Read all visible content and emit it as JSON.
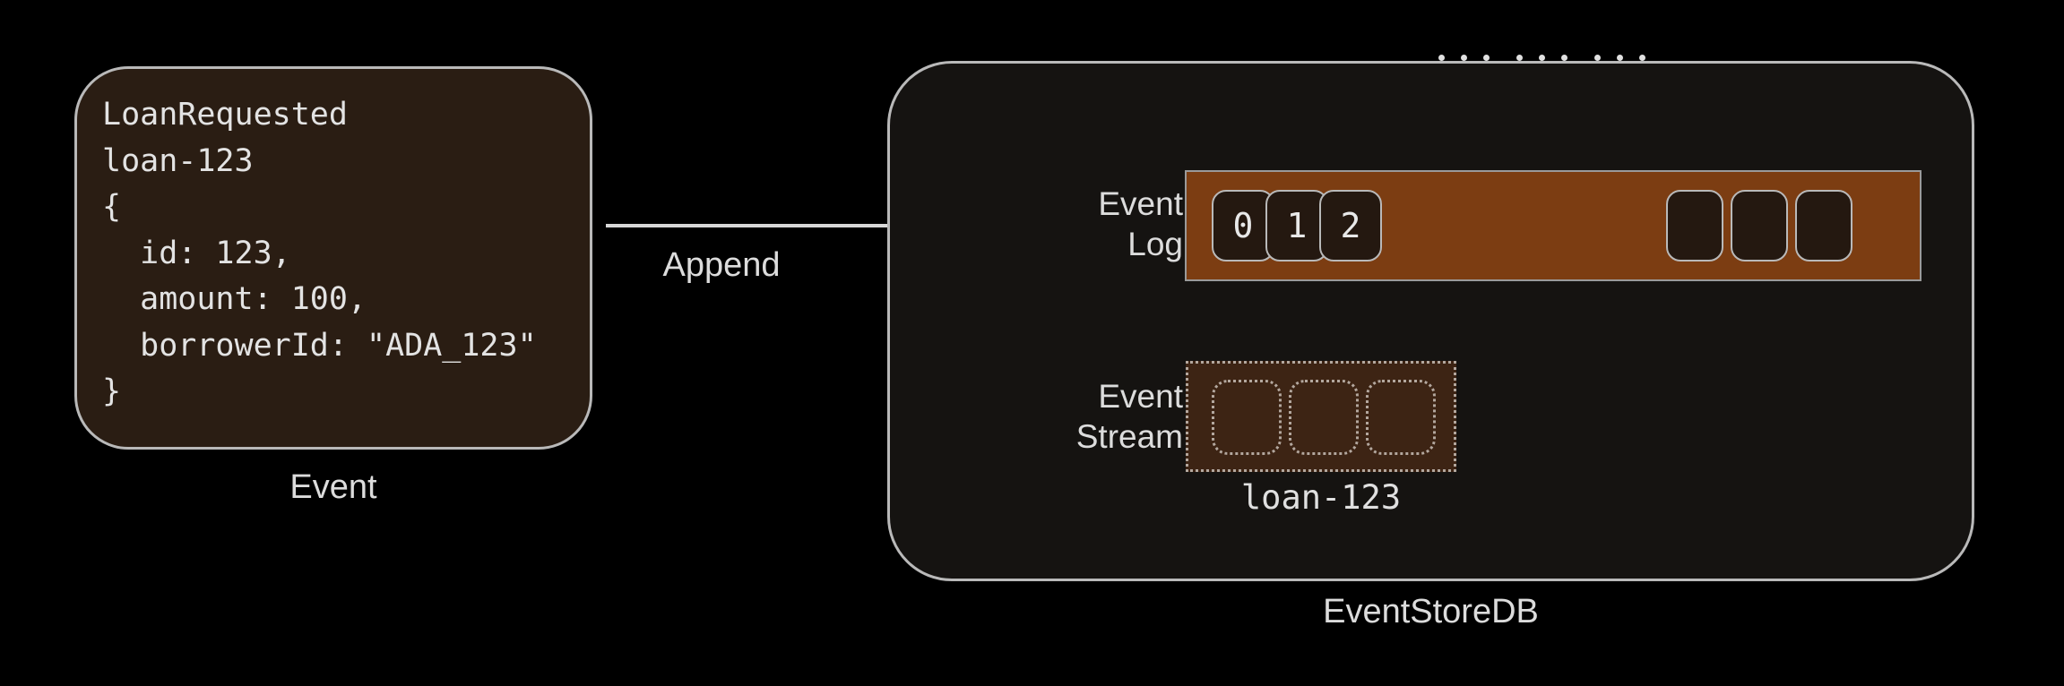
{
  "diagram": {
    "title": "EventStoreDB Append",
    "background_color": "#000000",
    "accent_orange": "#7c3d12",
    "stream_fill": "#3d2414",
    "card_fill": "#2a1d13",
    "stroke_color": "#b9b9b9",
    "text_color": "#dcdcdc"
  },
  "event_card": {
    "label": "Event",
    "code": "LoanRequested\nloan-123\n{\n  id: 123,\n  amount: 100,\n  borrowerId: \"ADA_123\"\n}",
    "lines": [
      "LoanRequested",
      "loan-123",
      "{",
      "  id: 123,",
      "  amount: 100,",
      "  borrowerId: \"ADA_123\"",
      "}"
    ],
    "event_type": "LoanRequested",
    "stream_id": "loan-123",
    "payload": {
      "id": "123",
      "amount": "100",
      "borrowerId": "\"ADA_123\""
    }
  },
  "arrows": {
    "append_label": "Append",
    "targets": [
      "Event Log",
      "Event Stream"
    ]
  },
  "store": {
    "label": "EventStoreDB",
    "event_log": {
      "label_line1": "Event",
      "label_line2": "Log",
      "cells": [
        {
          "text": "0",
          "filled": true
        },
        {
          "text": "1",
          "filled": true
        },
        {
          "text": "2",
          "filled": true
        }
      ],
      "ellipsis": "... ... ...",
      "dot_count": 9,
      "trailing_cells": [
        {
          "text": "",
          "filled": true
        },
        {
          "text": "",
          "filled": true
        },
        {
          "text": "",
          "filled": true
        }
      ]
    },
    "event_stream": {
      "label_line1": "Event",
      "label_line2": "Stream",
      "name": "loan-123",
      "cells": [
        {
          "text": ""
        },
        {
          "text": ""
        },
        {
          "text": ""
        }
      ]
    }
  }
}
